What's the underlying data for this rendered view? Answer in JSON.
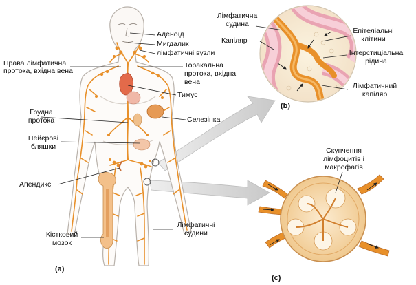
{
  "panels": {
    "a": "(a)",
    "b": "(b)",
    "c": "(c)"
  },
  "labels": {
    "adenoid": "Аденоїд",
    "tonsil": "Мигдалик",
    "lymph_nodes": "лімфатичні вузли",
    "right_duct_1": "Права лімфатична",
    "right_duct_2": "протока, вхідна вена",
    "thoracic_duct_1": "Торакальна",
    "thoracic_duct_2": "протока, вхідна",
    "thoracic_duct_3": "вена",
    "thymus": "Тимус",
    "chest_duct_1": "Грудна",
    "chest_duct_2": "протока",
    "spleen": "Селезінка",
    "peyer_1": "Пейєрові",
    "peyer_2": "бляшки",
    "appendix": "Апендикс",
    "marrow_1": "Кістковий",
    "marrow_2": "мозок",
    "vessels_1": "Лімфатичні",
    "vessels_2": "судини",
    "b_vessel_1": "Лімфатична",
    "b_vessel_2": "судина",
    "b_capillary": "Капіляр",
    "b_epithelial_1": "Епітеліальні",
    "b_epithelial_2": "клітини",
    "b_interstitial_1": "Інтерстиціальна",
    "b_interstitial_2": "рідина",
    "b_lymph_cap_1": "Лімфатичний",
    "b_lymph_cap_2": "капіляр",
    "c_cluster_1": "Скупчення",
    "c_cluster_2": "лімфоцитів і",
    "c_cluster_3": "макрофагів"
  },
  "colors": {
    "lymph": "#e8902a",
    "body_outline": "#b9b3ad",
    "capillary_red": "#e9a3b2",
    "callout_arrow": "#cfcfcf"
  }
}
